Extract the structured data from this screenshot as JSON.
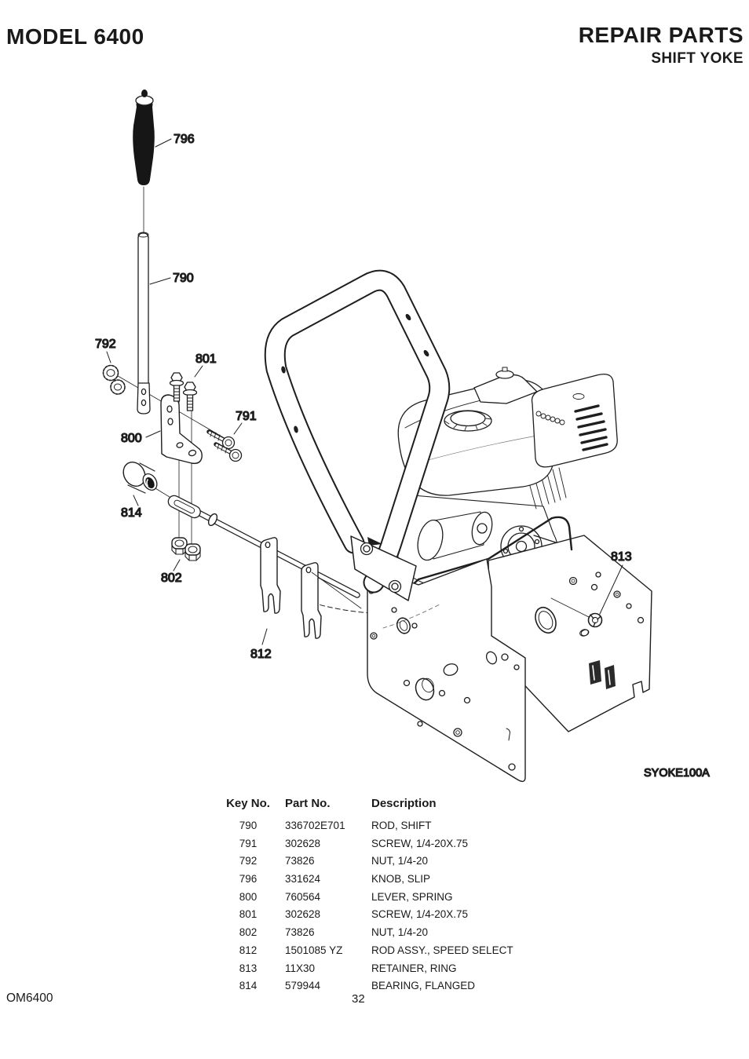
{
  "page": {
    "model_title": "MODEL 6400",
    "section_title": "REPAIR PARTS",
    "subsection_title": "SHIFT YOKE",
    "doc_code": "OM6400",
    "page_number": "32"
  },
  "diagram": {
    "figure_code": "SYOKE100A",
    "callouts": [
      {
        "label": "796"
      },
      {
        "label": "790"
      },
      {
        "label": "792"
      },
      {
        "label": "801"
      },
      {
        "label": "791"
      },
      {
        "label": "800"
      },
      {
        "label": "814"
      },
      {
        "label": "802"
      },
      {
        "label": "812"
      },
      {
        "label": "813"
      }
    ]
  },
  "parts_table": {
    "headers": [
      "Key No.",
      "Part No.",
      "Description"
    ],
    "rows": [
      {
        "key": "790",
        "part": "336702E701",
        "desc": "ROD, SHIFT"
      },
      {
        "key": "791",
        "part": "302628",
        "desc": "SCREW, 1/4-20X.75"
      },
      {
        "key": "792",
        "part": "73826",
        "desc": "NUT, 1/4-20"
      },
      {
        "key": "796",
        "part": "331624",
        "desc": "KNOB, SLIP"
      },
      {
        "key": "800",
        "part": "760564",
        "desc": "LEVER, SPRING"
      },
      {
        "key": "801",
        "part": "302628",
        "desc": "SCREW, 1/4-20X.75"
      },
      {
        "key": "802",
        "part": "73826",
        "desc": "NUT, 1/4-20"
      },
      {
        "key": "812",
        "part": "1501085 YZ",
        "desc": "ROD ASSY., SPEED SELECT"
      },
      {
        "key": "813",
        "part": "11X30",
        "desc": "RETAINER, RING"
      },
      {
        "key": "814",
        "part": "579944",
        "desc": "BEARING, FLANGED"
      }
    ]
  },
  "colors": {
    "ink": "#1e1e1e",
    "paper": "#ffffff"
  }
}
